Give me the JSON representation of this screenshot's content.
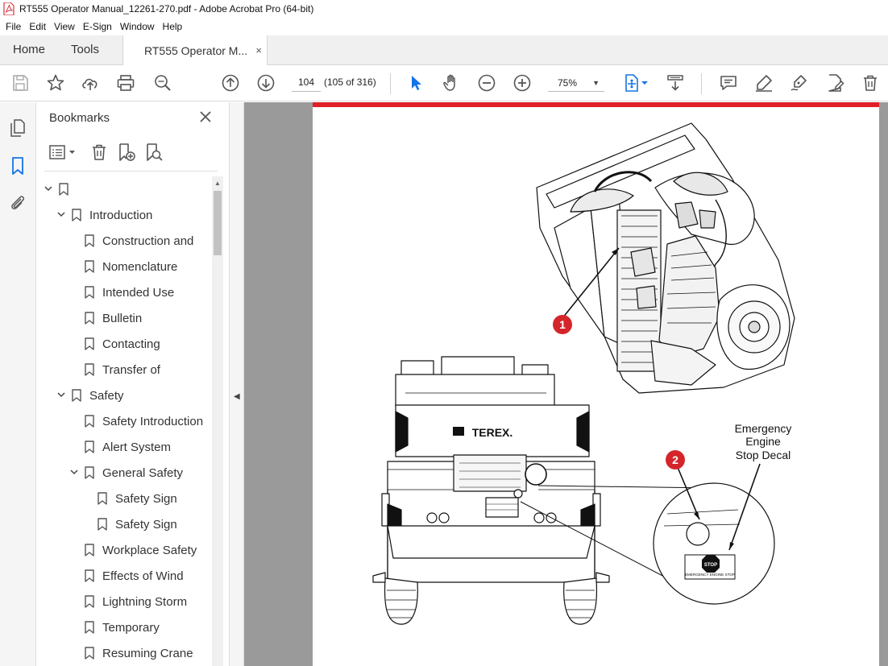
{
  "window": {
    "title": "RT555 Operator Manual_12261-270.pdf - Adobe Acrobat Pro (64-bit)"
  },
  "menu": [
    "File",
    "Edit",
    "View",
    "E-Sign",
    "Window",
    "Help"
  ],
  "tabs": {
    "home": "Home",
    "tools": "Tools",
    "document": "RT555 Operator M...",
    "close": "×"
  },
  "toolbar": {
    "page_number": "104",
    "page_count": "(105 of 316)",
    "zoom": "75%"
  },
  "bookmarks": {
    "title": "Bookmarks",
    "items": [
      {
        "label": "",
        "level": 0,
        "chevron": "down"
      },
      {
        "label": "Introduction",
        "level": 1,
        "chevron": "down"
      },
      {
        "label": "Construction and",
        "level": 2,
        "chevron": ""
      },
      {
        "label": "Nomenclature",
        "level": 2,
        "chevron": ""
      },
      {
        "label": "Intended Use",
        "level": 2,
        "chevron": ""
      },
      {
        "label": "Bulletin",
        "level": 2,
        "chevron": ""
      },
      {
        "label": "Contacting",
        "level": 2,
        "chevron": ""
      },
      {
        "label": "Transfer of",
        "level": 2,
        "chevron": ""
      },
      {
        "label": "Safety",
        "level": 1,
        "chevron": "down"
      },
      {
        "label": "Safety Introduction",
        "level": 2,
        "chevron": ""
      },
      {
        "label": "Alert System",
        "level": 2,
        "chevron": ""
      },
      {
        "label": "General Safety",
        "level": 2,
        "chevron": "down"
      },
      {
        "label": "Safety Sign",
        "level": 3,
        "chevron": ""
      },
      {
        "label": "Safety Sign",
        "level": 3,
        "chevron": ""
      },
      {
        "label": "Workplace Safety",
        "level": 2,
        "chevron": ""
      },
      {
        "label": "Effects of Wind",
        "level": 2,
        "chevron": ""
      },
      {
        "label": "Lightning Storm",
        "level": 2,
        "chevron": ""
      },
      {
        "label": "Temporary",
        "level": 2,
        "chevron": ""
      },
      {
        "label": "Resuming Crane",
        "level": 2,
        "chevron": ""
      }
    ]
  },
  "figure": {
    "callout_1": "1",
    "callout_2": "2",
    "brand": "TEREX.",
    "decal_label_line1": "Emergency",
    "decal_label_line2": "Engine",
    "decal_label_line3": "Stop Decal",
    "decal_stop": "STOP",
    "decal_caption": "EMERGENCY ENGINE STOP"
  },
  "colors": {
    "accent_red": "#e01f26",
    "acrobat_blue": "#1473e6",
    "callout_red": "#d5252b"
  }
}
